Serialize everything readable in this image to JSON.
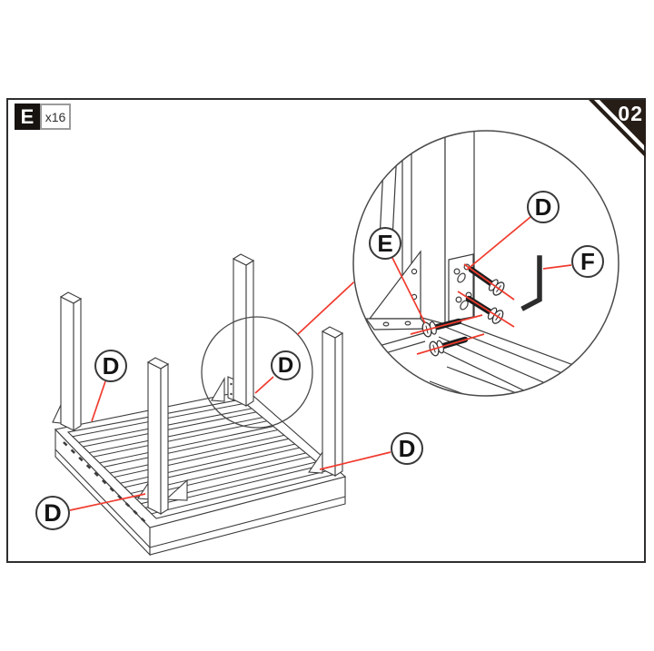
{
  "figure": {
    "part_badge": {
      "letter": "E",
      "quantity": "x16"
    },
    "step_number": "02",
    "callouts": {
      "d": "D",
      "e": "E",
      "f": "F"
    }
  },
  "colors": {
    "accent_red": "#f03b2e",
    "line_dark": "#3c3c3c",
    "badge_black": "#171310",
    "corner_triangle": "#261d16"
  }
}
